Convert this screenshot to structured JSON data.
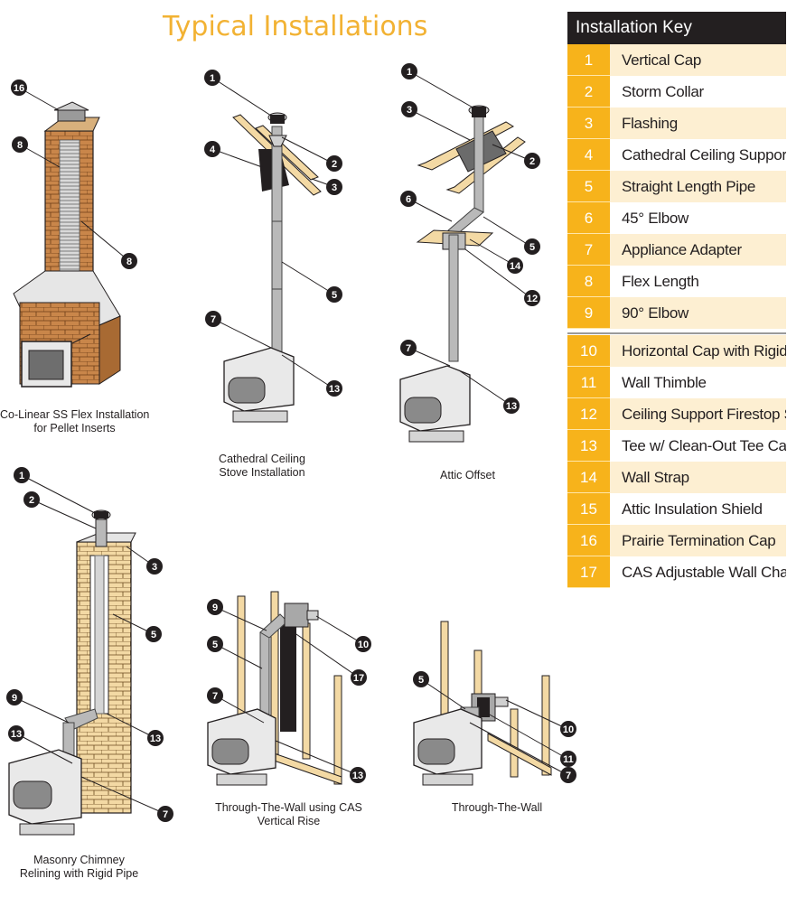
{
  "title": "Typical Installations",
  "key": {
    "header": "Installation Key",
    "items": [
      {
        "num": "1",
        "label": "Vertical Cap"
      },
      {
        "num": "2",
        "label": "Storm Collar"
      },
      {
        "num": "3",
        "label": "Flashing"
      },
      {
        "num": "4",
        "label": "Cathedral Ceiling Support Box"
      },
      {
        "num": "5",
        "label": "Straight Length Pipe"
      },
      {
        "num": "6",
        "label": "45° Elbow"
      },
      {
        "num": "7",
        "label": "Appliance Adapter"
      },
      {
        "num": "8",
        "label": "Flex Length"
      },
      {
        "num": "9",
        "label": "90° Elbow"
      },
      {
        "num": "10",
        "label": "Horizontal Cap with Rigid Pipe"
      },
      {
        "num": "11",
        "label": "Wall Thimble"
      },
      {
        "num": "12",
        "label": "Ceiling Support Firestop Spacer"
      },
      {
        "num": "13",
        "label": "Tee w/ Clean-Out Tee Cap"
      },
      {
        "num": "14",
        "label": "Wall Strap"
      },
      {
        "num": "15",
        "label": "Attic Insulation Shield"
      },
      {
        "num": "16",
        "label": "Prairie Termination Cap"
      },
      {
        "num": "17",
        "label": "CAS Adjustable Wall Channel"
      }
    ]
  },
  "captions": {
    "pellet_line1": "Co-Linear SS Flex Installation",
    "pellet_line2": "for Pellet Inserts",
    "cathedral_line1": "Cathedral Ceiling",
    "cathedral_line2": "Stove Installation",
    "attic": "Attic Offset",
    "masonry_line1": "Masonry Chimney",
    "masonry_line2": "Relining with Rigid Pipe",
    "cas_line1": "Through-The-Wall using CAS",
    "cas_line2": "Vertical Rise",
    "wall": "Through-The-Wall"
  },
  "callouts": {
    "c16": "16",
    "c8a": "8",
    "c8b": "8",
    "b1": "1",
    "b2": "2",
    "b3": "3",
    "b4": "4",
    "b5": "5",
    "b7": "7",
    "b13": "13",
    "a1": "1",
    "a3": "3",
    "a2": "2",
    "a6": "6",
    "a5": "5",
    "a14": "14",
    "a12": "12",
    "a7": "7",
    "a13": "13",
    "m1": "1",
    "m2": "2",
    "m3": "3",
    "m5": "5",
    "m9": "9",
    "m13a": "13",
    "m13b": "13",
    "m7": "7",
    "t9": "9",
    "t5": "5",
    "t10": "10",
    "t17": "17",
    "t7": "7",
    "t13": "13",
    "w5": "5",
    "w10": "10",
    "w11": "11",
    "w7": "7"
  },
  "colors": {
    "title": "#f2b233",
    "key_header_bg": "#231f20",
    "key_number_bg": "#f7b31b",
    "key_row_shade": "#fdefd2",
    "wood": "#f3d9a4",
    "brick": "#b8753c",
    "metal": "#b9b9b9"
  }
}
